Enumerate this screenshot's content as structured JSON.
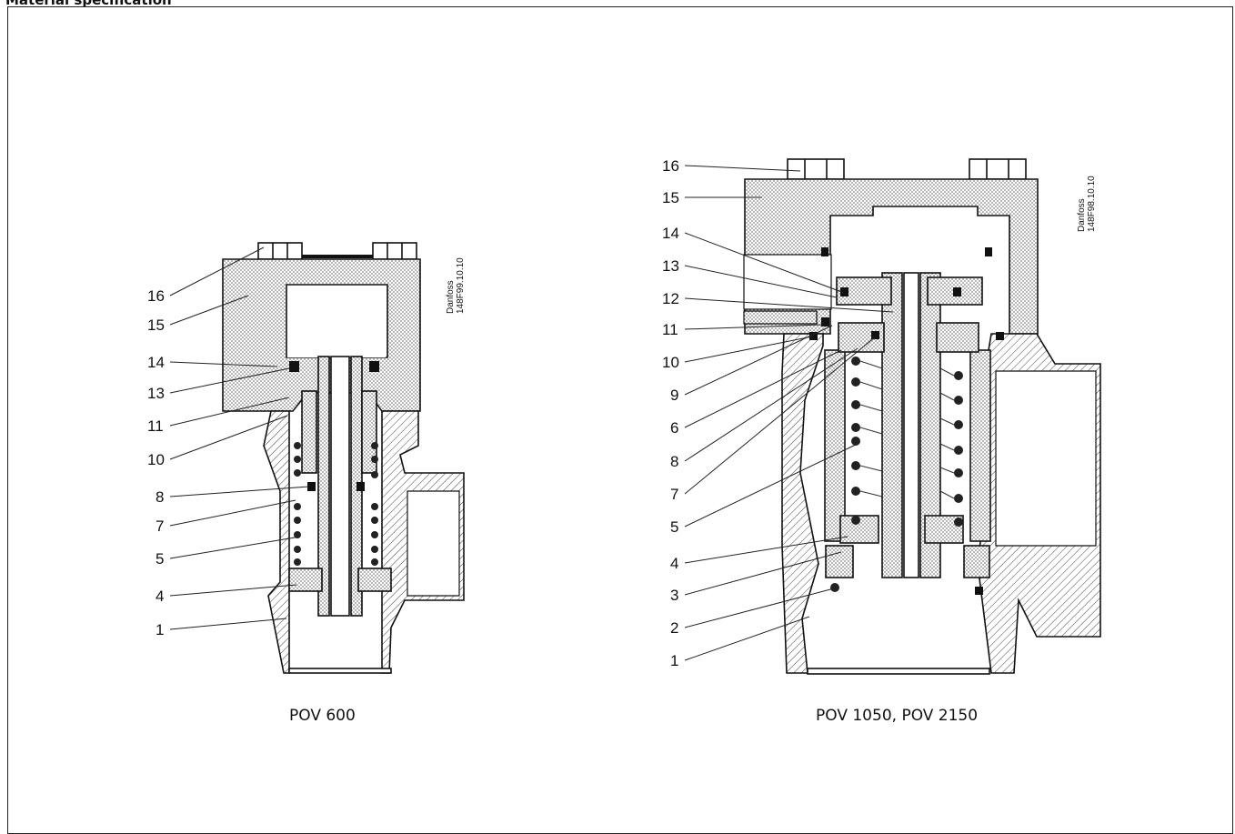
{
  "header": {
    "title": "Material specification"
  },
  "left_valve": {
    "caption": "POV 600",
    "code": [
      "Danfoss",
      "148F99.10.10"
    ],
    "labels": [
      "16",
      "15",
      "14",
      "13",
      "11",
      "10",
      "8",
      "7",
      "5",
      "4",
      "1"
    ]
  },
  "right_valve": {
    "caption": "POV 1050, POV 2150",
    "code": [
      "Danfoss",
      "148F98.10.10"
    ],
    "labels": [
      "16",
      "15",
      "14",
      "13",
      "12",
      "11",
      "10",
      "9",
      "6",
      "8",
      "7",
      "5",
      "4",
      "3",
      "2",
      "1"
    ]
  },
  "colors": {
    "line": "#111111",
    "stipple": "#9a9a9a",
    "hatch": "#555555",
    "coil": "#222222"
  }
}
